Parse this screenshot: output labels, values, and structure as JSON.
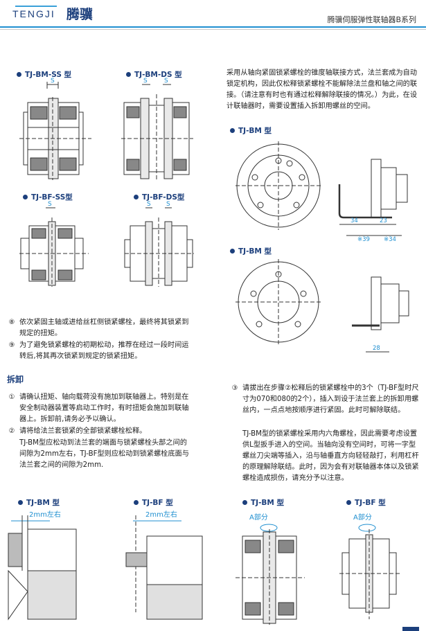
{
  "header": {
    "logo_en": "TENGJI",
    "logo_cn": "腾骥",
    "title": "腾骥伺服弹性联轴器B系列"
  },
  "figures": {
    "ss": "TJ-BM-SS 型",
    "ds": "TJ-BM-DS 型",
    "bfss": "TJ-BF-SS型",
    "bfds": "TJ-BF-DS型",
    "bm1": "TJ-BM 型",
    "bm2": "TJ-BM 型",
    "s_label": "S"
  },
  "dims": {
    "d34": "34",
    "d23": "23",
    "d39": "※39",
    "d34b": "※34",
    "d28": "28"
  },
  "right_intro": "采用从轴向紧固锁紧螺栓的锥度轴联接方式，法兰套成为自动锁定机构，因此仅松释锁紧螺栓不能解除法兰盘和轴之间的联接。（请注意有时也有通过松释解除联接的情况。）为此，在设计联轴器时，需要设置插入拆卸用螺丝的空间。",
  "install_steps": [
    {
      "num": "⑧",
      "text": "依次紧固主轴或进给丝杠侧锁紧螺栓，最终将其锁紧到规定的扭矩。"
    },
    {
      "num": "⑨",
      "text": "为了避免锁紧螺栓的初期松动，推荐在经过一段时间运转后,将其再次锁紧到规定的锁紧扭矩。"
    }
  ],
  "remove": {
    "title": "拆卸",
    "steps": [
      {
        "num": "①",
        "text": "请确认扭矩、轴向载荷没有施加到联轴器上。特别是在安全制动器装置等启动工作时，有时扭矩会施加到联轴器上。拆卸前,请务必予以确认。"
      },
      {
        "num": "②",
        "text": "请将给法兰套锁紧的全部锁紧螺栓松释。"
      }
    ],
    "step2_extra": "TJ-BM型应松动到法兰套的端面与锁紧螺栓头部之间的间隙为2mm左右，TJ-BF型则应松动到锁紧螺栓底面与法兰套之间的间隙为2mm.",
    "step3_num": "③",
    "step3_text": "请拔出在步骤②松释后的锁紧螺栓中的3个（TJ-BF型时尺寸为070和080的2个），插入到设于法兰套上的拆卸用螺丝内，一点点地按顺序进行紧固。此时可解除联结。",
    "step3_extra": "TJ-BM型的锁紧螺栓采用内六角螺栓，因此需要考虑设置供L型扳手进入的空间。当轴向没有空间时，可将一字型螺丝刀尖端等插入，沿与轴垂直方向轻轻敲打，利用杠杆的原理解除联结。此时，因为会有对联轴器本体以及锁紧螺栓造成损伤，请充分予以注意。"
  },
  "bottom": {
    "bm": "TJ-BM 型",
    "bf": "TJ-BF 型",
    "gap1": "2mm左右",
    "gap2": "2mm左右",
    "bm_a": "TJ-BM 型",
    "bf_a": "TJ-BF 型",
    "a1": "A部分",
    "a2": "A部分"
  },
  "colors": {
    "brand": "#1c3f7c",
    "accent": "#1f8fd0"
  }
}
